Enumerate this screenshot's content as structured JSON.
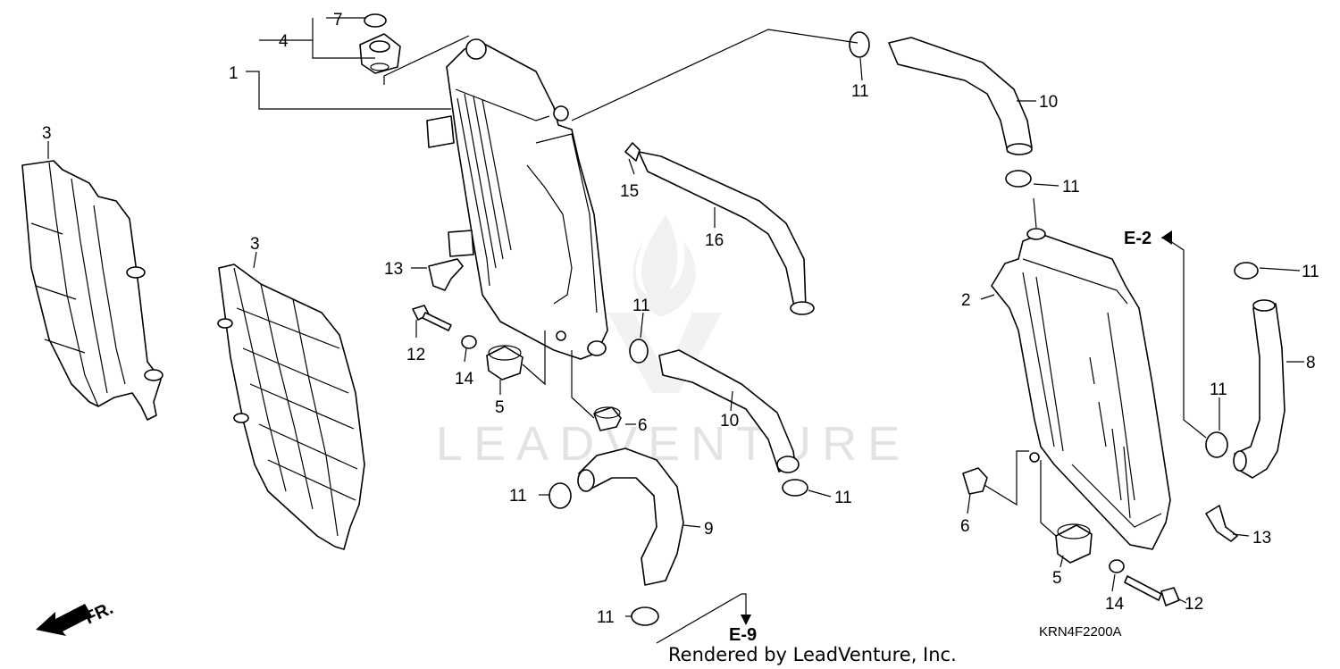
{
  "diagram": {
    "callouts": [
      {
        "id": "c1",
        "text": "1"
      },
      {
        "id": "c4",
        "text": "4"
      },
      {
        "id": "c7",
        "text": "7"
      },
      {
        "id": "c3a",
        "text": "3"
      },
      {
        "id": "c3b",
        "text": "3"
      },
      {
        "id": "c13a",
        "text": "13"
      },
      {
        "id": "c12a",
        "text": "12"
      },
      {
        "id": "c14a",
        "text": "14"
      },
      {
        "id": "c5a",
        "text": "5"
      },
      {
        "id": "c6a",
        "text": "6"
      },
      {
        "id": "c15",
        "text": "15"
      },
      {
        "id": "c16",
        "text": "16"
      },
      {
        "id": "c11a",
        "text": "11"
      },
      {
        "id": "c10a",
        "text": "10"
      },
      {
        "id": "c11b",
        "text": "11"
      },
      {
        "id": "c11c",
        "text": "11"
      },
      {
        "id": "c10b",
        "text": "10"
      },
      {
        "id": "c11d",
        "text": "11"
      },
      {
        "id": "c11e",
        "text": "11"
      },
      {
        "id": "c9",
        "text": "9"
      },
      {
        "id": "c11f",
        "text": "11"
      },
      {
        "id": "c2",
        "text": "2"
      },
      {
        "id": "c11g",
        "text": "11"
      },
      {
        "id": "c8",
        "text": "8"
      },
      {
        "id": "c11h",
        "text": "11"
      },
      {
        "id": "c6b",
        "text": "6"
      },
      {
        "id": "c13b",
        "text": "13"
      },
      {
        "id": "c5b",
        "text": "5"
      },
      {
        "id": "c14b",
        "text": "14"
      },
      {
        "id": "c12b",
        "text": "12"
      }
    ],
    "references": {
      "e2": "E-2",
      "e9": "E-9"
    },
    "direction_label": "FR.",
    "diagram_code": "KRN4F2200A",
    "footer": "Rendered by LeadVenture, Inc.",
    "watermark": "LEADVENTURE"
  }
}
